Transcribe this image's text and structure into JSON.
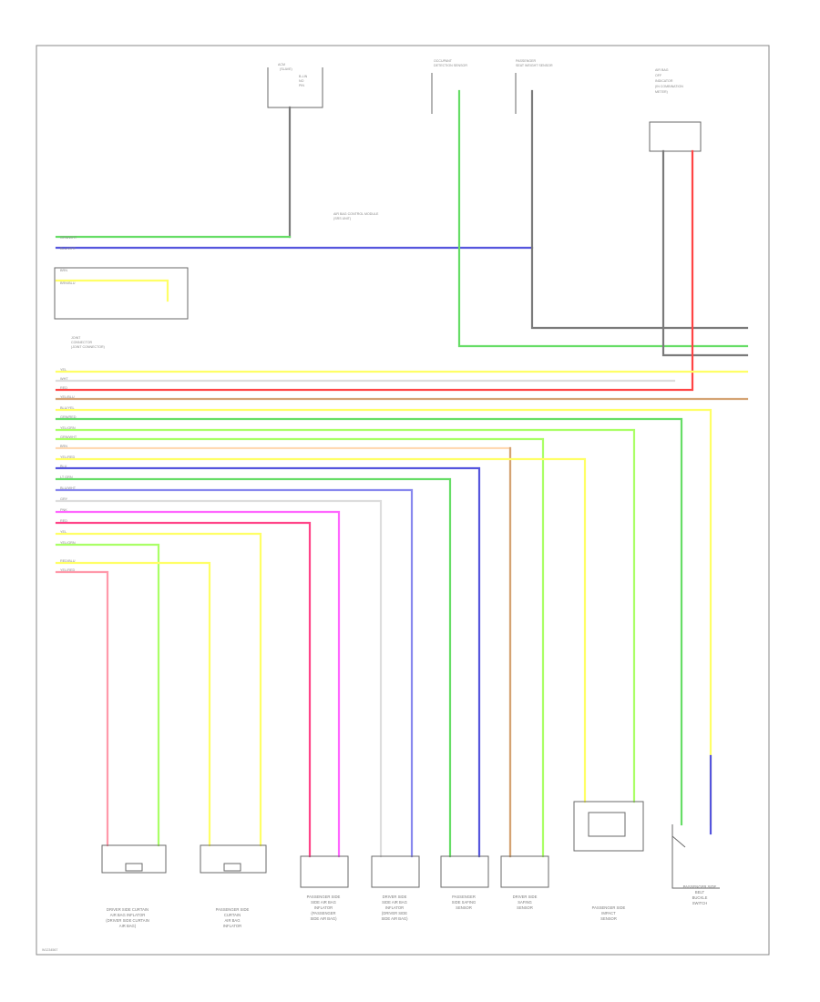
{
  "figure_id": "W1234567",
  "colors": {
    "frame": "#8a8a8a",
    "wire_black": "#7a7a7a",
    "wire_green": "#66dd66",
    "wire_blue": "#5555dd",
    "wire_yellow": "#ffff66",
    "wire_red": "#ff4444",
    "wire_tan": "#d4a373",
    "wire_pink": "#ff99cc",
    "wire_magenta": "#ff44ff",
    "wire_lightgreen": "#aaff66",
    "wire_white": "#dddddd"
  },
  "diagram": {
    "top_left_module": {
      "title": [
        "ACM",
        "(SLAVE)"
      ],
      "pins": [
        "B-LIN",
        "NO",
        "PIN"
      ]
    },
    "occupant_sensor": {
      "title": [
        "OCCUPANT",
        "DETECTION SENSOR"
      ]
    },
    "passenger_sensor": {
      "title": [
        "PASSENGER",
        "SEAT WEIGHT SENSOR"
      ]
    },
    "right_module": {
      "title": [
        "AIR BAG",
        "OFF",
        "INDICATOR",
        "(IN COMBINATION",
        "METER)"
      ]
    },
    "mid_label": [
      "AIR BAG CONTROL MODULE",
      "(SRS UNIT)"
    ],
    "left_connector": [
      "JOINT",
      "CONNECTOR",
      "(JOINT CONNECTOR)"
    ],
    "bottom_components": [
      {
        "id": "c1",
        "label": [
          "DRIVER SIDE CURTAIN",
          "AIR BAG INFLATOR",
          "(DRIVER SIDE CURTAIN",
          "AIR BAG)"
        ]
      },
      {
        "id": "c2",
        "label": [
          "PASSENGER SIDE",
          "CURTAIN",
          "AIR BAG",
          "INFLATOR"
        ]
      },
      {
        "id": "c3",
        "label": [
          "PASSENGER SIDE",
          "SIDE AIR BAG",
          "INFLATOR",
          "(PASSENGER",
          "SIDE AIR BAG)"
        ]
      },
      {
        "id": "c4",
        "label": [
          "DRIVER SIDE",
          "SIDE AIR BAG",
          "INFLATOR",
          "(DRIVER SIDE",
          "SIDE AIR BAG)"
        ]
      },
      {
        "id": "c5",
        "label": [
          "PASSENGER",
          "SIDE SAFING",
          "SENSOR"
        ]
      },
      {
        "id": "c6",
        "label": [
          "DRIVER SIDE",
          "SAFING",
          "SENSOR"
        ]
      },
      {
        "id": "c7",
        "label": [
          "PASSENGER SIDE",
          "IMPACT",
          "SENSOR"
        ]
      },
      {
        "id": "c8",
        "label": [
          "PASSENGER SIDE",
          "BELT",
          "BUCKLE",
          "SWITCH"
        ]
      }
    ],
    "wire_labels_left": [
      "GRN/WHT",
      "BLU/WHT",
      "BRN",
      "BRN/BLU",
      "YEL",
      "WHT",
      "RED",
      "YEL/BLU",
      "BLU/YEL",
      "GRN/RED",
      "YEL/GRN",
      "GRN/WHT",
      "BRN",
      "YEL/RED",
      "BLU",
      "LT GRN",
      "BLU/WHT",
      "GRY",
      "PNK",
      "RED",
      "YEL",
      "YEL/GRN",
      "RED/BLU",
      "YEL/RED"
    ]
  }
}
